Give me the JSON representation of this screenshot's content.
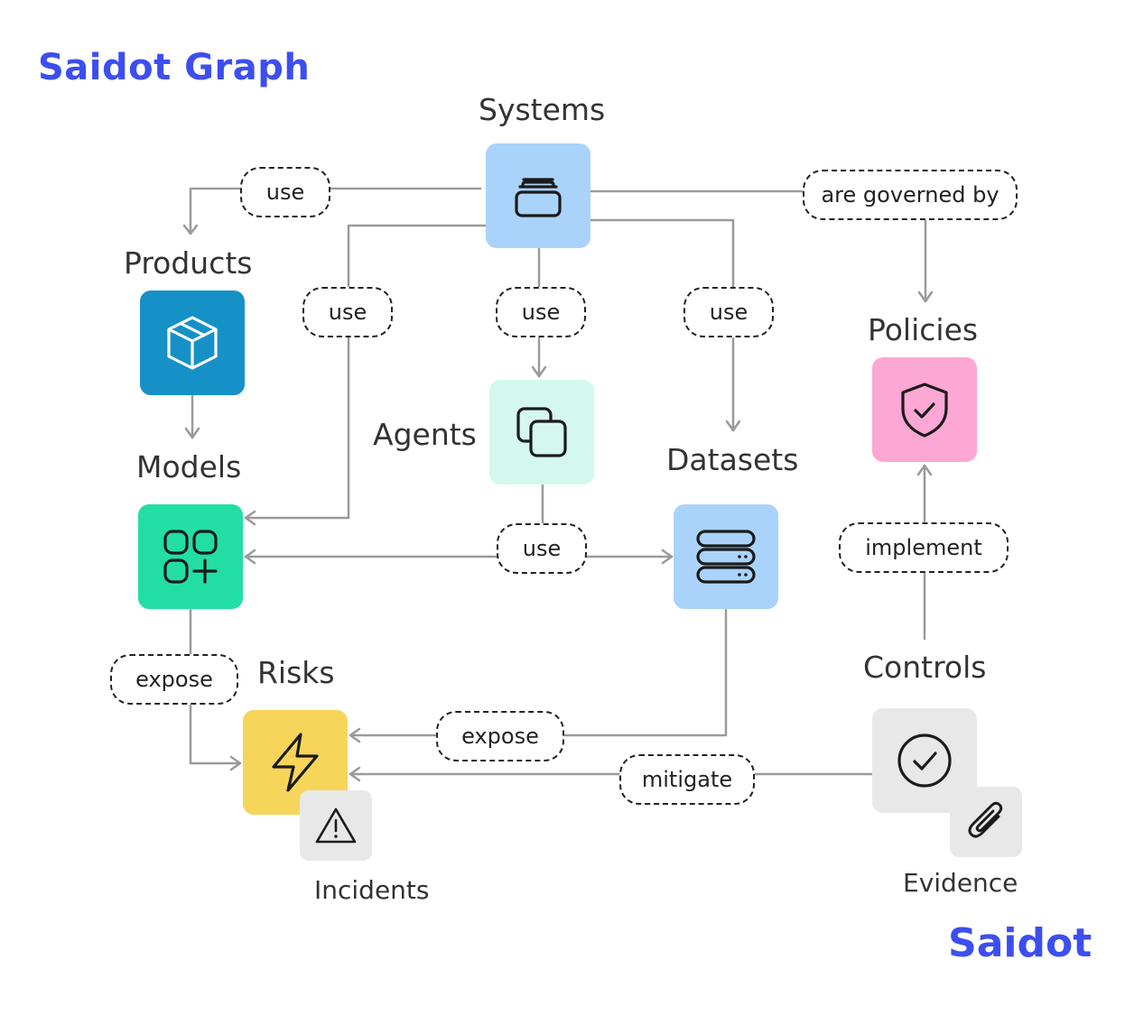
{
  "title": "Saidot Graph",
  "brand": "Saidot",
  "colors": {
    "brand": "#3d4ef0",
    "systems": "#aad3fb",
    "products": "#1691c8",
    "models": "#22dea5",
    "agents": "#d5f8ee",
    "datasets": "#aad3fb",
    "policies": "#fda7d4",
    "risks": "#f7d55a",
    "controls": "#e8e8e8",
    "incidents": "#e8e8e8",
    "evidence": "#e8e8e8",
    "edge": "#9a9a9a"
  },
  "nodes": {
    "systems": {
      "label": "Systems",
      "icon": "layers-icon"
    },
    "products": {
      "label": "Products",
      "icon": "box-icon"
    },
    "models": {
      "label": "Models",
      "icon": "apps-add-icon"
    },
    "agents": {
      "label": "Agents",
      "icon": "copy-icon"
    },
    "datasets": {
      "label": "Datasets",
      "icon": "server-icon"
    },
    "policies": {
      "label": "Policies",
      "icon": "shield-check-icon"
    },
    "risks": {
      "label": "Risks",
      "icon": "lightning-icon"
    },
    "controls": {
      "label": "Controls",
      "icon": "check-circle-icon"
    },
    "incidents": {
      "label": "Incidents",
      "icon": "warning-icon"
    },
    "evidence": {
      "label": "Evidence",
      "icon": "paperclip-icon"
    }
  },
  "edges": {
    "systems_products": "use",
    "systems_models": "use",
    "systems_agents": "use",
    "systems_datasets": "use",
    "systems_policies": "are governed by",
    "agents_models_datasets": "use",
    "models_risks": "expose",
    "datasets_risks": "expose",
    "controls_risks": "mitigate",
    "controls_policies": "implement"
  }
}
